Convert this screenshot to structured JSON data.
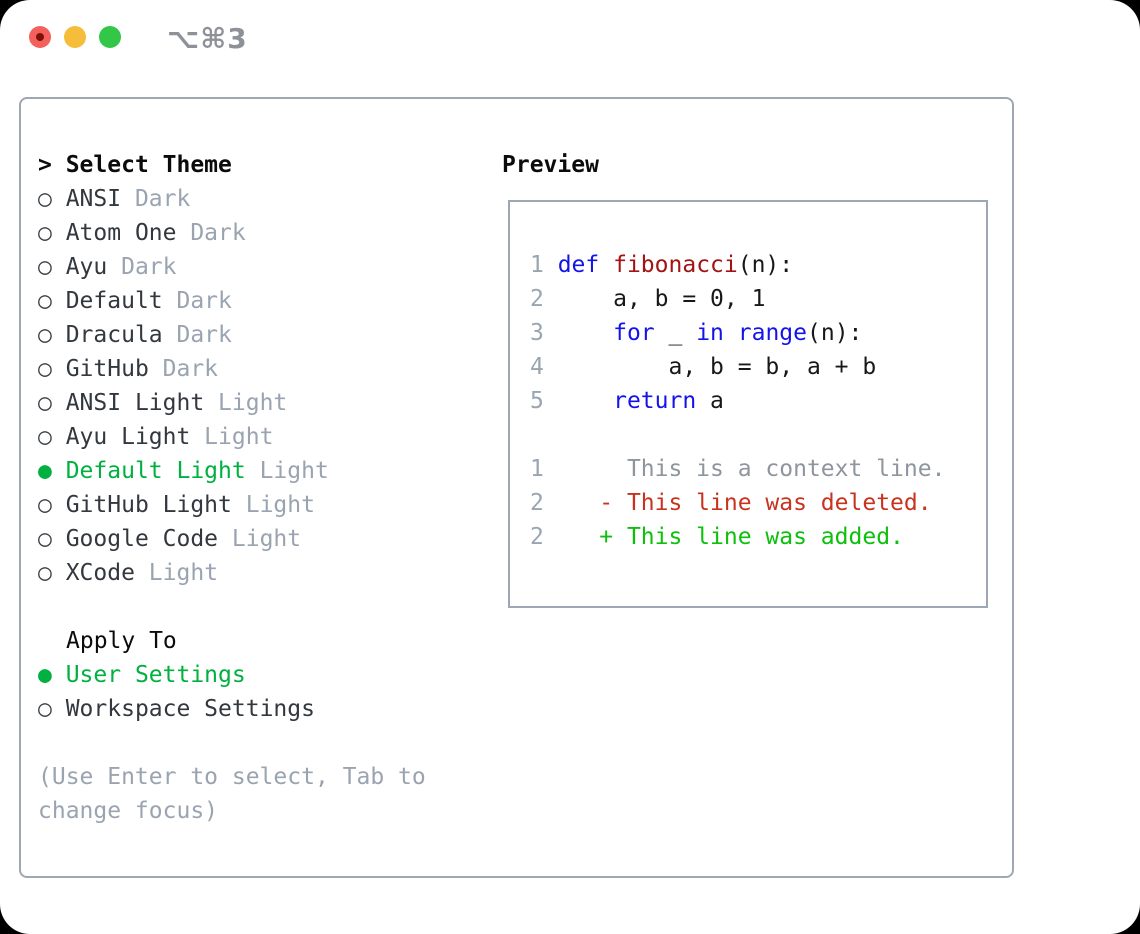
{
  "titlebar": {
    "title": "⌥⌘3"
  },
  "theme_panel": {
    "prompt": "> ",
    "title": "Select Theme",
    "items": [
      {
        "marker": "○",
        "name": "ANSI",
        "variant": "Dark",
        "selected": false
      },
      {
        "marker": "○",
        "name": "Atom One",
        "variant": "Dark",
        "selected": false
      },
      {
        "marker": "○",
        "name": "Ayu",
        "variant": "Dark",
        "selected": false
      },
      {
        "marker": "○",
        "name": "Default",
        "variant": "Dark",
        "selected": false
      },
      {
        "marker": "○",
        "name": "Dracula",
        "variant": "Dark",
        "selected": false
      },
      {
        "marker": "○",
        "name": "GitHub",
        "variant": "Dark",
        "selected": false
      },
      {
        "marker": "○",
        "name": "ANSI Light",
        "variant": "Light",
        "selected": false
      },
      {
        "marker": "○",
        "name": "Ayu Light",
        "variant": "Light",
        "selected": false
      },
      {
        "marker": "●",
        "name": "Default Light",
        "variant": "Light",
        "selected": true
      },
      {
        "marker": "○",
        "name": "GitHub Light",
        "variant": "Light",
        "selected": false
      },
      {
        "marker": "○",
        "name": "Google Code",
        "variant": "Light",
        "selected": false
      },
      {
        "marker": "○",
        "name": "XCode",
        "variant": "Light",
        "selected": false
      }
    ],
    "apply_to": {
      "title": "Apply To",
      "options": [
        {
          "marker": "●",
          "label": "User Settings",
          "selected": true
        },
        {
          "marker": "○",
          "label": "Workspace Settings",
          "selected": false
        }
      ]
    },
    "hint_lines": [
      "(Use Enter to select, Tab to",
      "change focus)"
    ]
  },
  "preview_panel": {
    "title": "Preview",
    "lines": [
      {
        "num": "1",
        "kind": "code",
        "tokens": [
          [
            "kw",
            "def"
          ],
          [
            "pl",
            " "
          ],
          [
            "fn",
            "fibonacci"
          ],
          [
            "pl",
            "(n):"
          ]
        ]
      },
      {
        "num": "2",
        "kind": "code",
        "tokens": [
          [
            "pl",
            "    a, b = 0, 1"
          ]
        ]
      },
      {
        "num": "3",
        "kind": "code",
        "tokens": [
          [
            "pl",
            "    "
          ],
          [
            "kw",
            "for"
          ],
          [
            "pl",
            " _ "
          ],
          [
            "kw",
            "in"
          ],
          [
            "pl",
            " "
          ],
          [
            "kw",
            "range"
          ],
          [
            "pl",
            "(n):"
          ]
        ]
      },
      {
        "num": "4",
        "kind": "code",
        "tokens": [
          [
            "pl",
            "        a, b = b, a + b"
          ]
        ]
      },
      {
        "num": "5",
        "kind": "code",
        "tokens": [
          [
            "pl",
            "    "
          ],
          [
            "kw",
            "return"
          ],
          [
            "pl",
            " a"
          ]
        ]
      },
      {
        "num": "",
        "kind": "blank",
        "tokens": []
      },
      {
        "num": "1",
        "kind": "context",
        "tokens": [
          [
            "ctx",
            "     This is a context line."
          ]
        ]
      },
      {
        "num": "2",
        "kind": "deleted",
        "tokens": [
          [
            "del",
            "   - This line was deleted."
          ]
        ]
      },
      {
        "num": "2",
        "kind": "added",
        "tokens": [
          [
            "add",
            "   + This line was added."
          ]
        ]
      }
    ]
  },
  "colors": {
    "selected_green": "#00b041",
    "keyword_blue": "#1414e8",
    "function_red": "#a21414",
    "deleted_red": "#c8331f",
    "added_green": "#0cc00c",
    "muted_gray": "#9aa4b1",
    "text_dark": "#33383e",
    "close": "#f4615c",
    "close_dot": "#7d1007",
    "minimize": "#f6bd3b",
    "zoom": "#33c748"
  }
}
